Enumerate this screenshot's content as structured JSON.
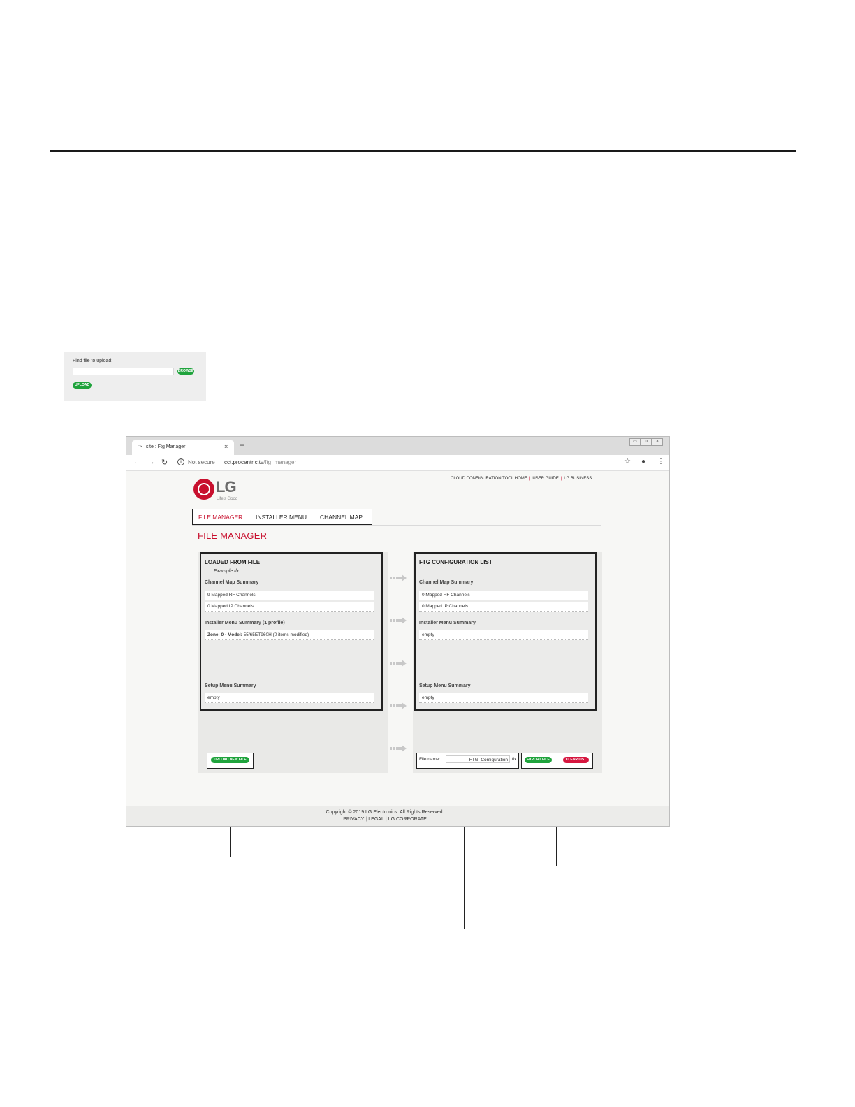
{
  "upload_inset": {
    "label": "Find file to upload:",
    "browse_label": "BROWSE",
    "upload_label": "UPLOAD"
  },
  "browser": {
    "tab_title": "site : Ftg Manager",
    "tab_close": "×",
    "new_tab": "+",
    "win_controls": [
      "▭",
      "⧉",
      "✕"
    ],
    "security_text": "Not secure",
    "url_host": "cct.procentric.tv",
    "url_path": "/ftg_manager"
  },
  "site": {
    "top_links": [
      "CLOUD CONFIGURATION TOOL HOME",
      "USER GUIDE",
      "LG BUSINESS"
    ],
    "logo_text": "LG",
    "logo_tagline": "Life's Good",
    "nav": [
      "FILE MANAGER",
      "INSTALLER MENU",
      "CHANNEL MAP"
    ],
    "page_title": "FILE MANAGER"
  },
  "loaded_panel": {
    "title": "LOADED FROM FILE",
    "filename": "Example.tlx",
    "channel_map_heading": "Channel Map Summary",
    "channel_rows": [
      "9 Mapped RF Channels",
      "0 Mapped IP Channels"
    ],
    "installer_heading": "Installer Menu Summary (1 profile)",
    "installer_row_bold": "Zone: 0 - Model:",
    "installer_row_rest": " 55/65ET960H (0 items modified)",
    "setup_heading": "Setup Menu Summary",
    "setup_row": "empty",
    "upload_new_label": "UPLOAD NEW FILE"
  },
  "ftg_panel": {
    "title": "FTG CONFIGURATION LIST",
    "channel_map_heading": "Channel Map Summary",
    "channel_rows": [
      "0 Mapped RF Channels",
      "0 Mapped IP Channels"
    ],
    "installer_heading": "Installer Menu Summary",
    "installer_row": "empty",
    "setup_heading": "Setup Menu Summary",
    "setup_row": "empty",
    "file_name_label": "File name:",
    "file_name_value": "FTG_Configuration",
    "file_ext": ".tlx",
    "export_label": "EXPORT FILE",
    "clear_label": "CLEAR LIST"
  },
  "footer": {
    "copyright": "Copyright © 2019 LG Electronics. All Rights Reserved.",
    "links": [
      "PRIVACY",
      "LEGAL",
      "LG CORPORATE"
    ]
  },
  "colors": {
    "lg_red": "#c8102e",
    "button_green": "#1fa33c",
    "button_red": "#d6163f"
  },
  "icons": [
    "page-icon",
    "back-arrow-icon",
    "forward-arrow-icon",
    "reload-icon",
    "info-icon",
    "star-icon",
    "account-icon",
    "menu-dots-icon",
    "transfer-arrow-icon"
  ]
}
